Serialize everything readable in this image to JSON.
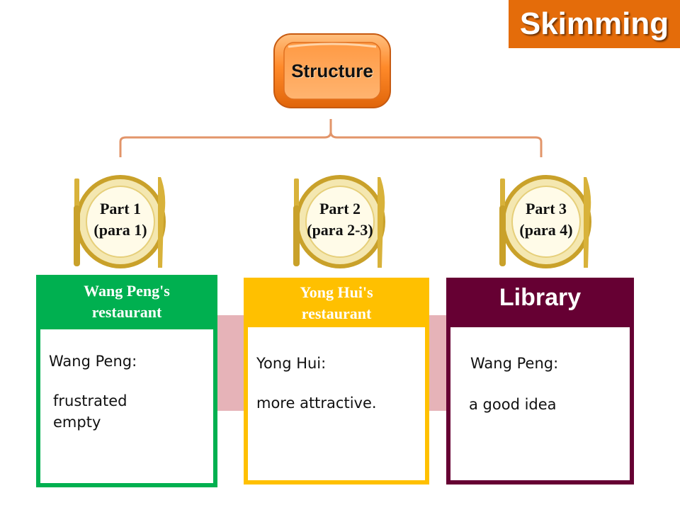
{
  "header": {
    "badge": "Skimming"
  },
  "root": {
    "label": "Structure"
  },
  "parts": [
    {
      "line1": "Part 1",
      "line2": "(para 1)"
    },
    {
      "line1": "Part 2",
      "line2": "(para 2-3)"
    },
    {
      "line1": "Part 3",
      "line2": "(para 4)"
    }
  ],
  "cards": [
    {
      "title_line1": "Wang Peng's",
      "title_line2": "restaurant",
      "speaker": "Wang Peng:",
      "lines": [
        "frustrated",
        "empty"
      ]
    },
    {
      "title_line1": "Yong Hui's",
      "title_line2": "restaurant",
      "speaker": "Yong Hui:",
      "lines": [
        "more attractive."
      ]
    },
    {
      "title_line1": "Library",
      "speaker": "Wang Peng:",
      "lines": [
        "a good idea"
      ]
    }
  ],
  "colors": {
    "badge": "#e46c0a",
    "card1": "#00b050",
    "card2": "#ffc000",
    "card3": "#660033",
    "connector": "#e2956a"
  },
  "icons": [
    "plate-with-cutlery-icon",
    "orange-tray-icon"
  ]
}
